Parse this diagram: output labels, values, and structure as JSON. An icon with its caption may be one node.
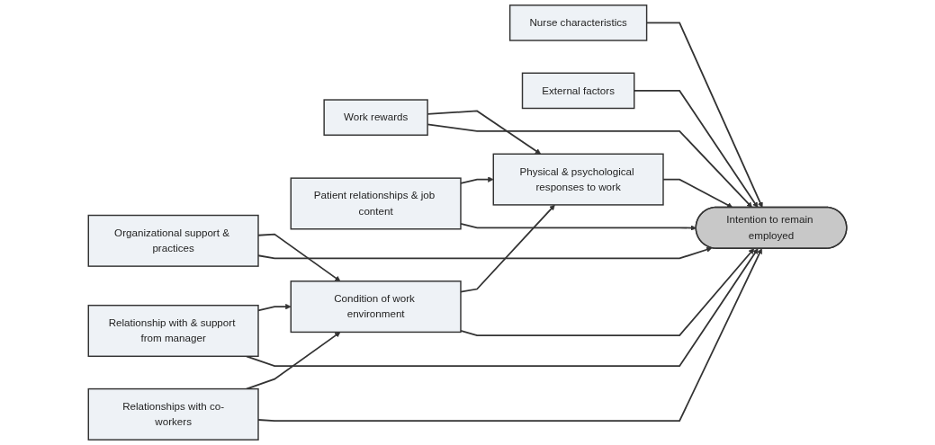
{
  "diagram": {
    "nodes": [
      {
        "text": [
          "Nurse characteristics"
        ]
      },
      {
        "text": [
          "External factors"
        ]
      },
      {
        "text": [
          "Relationships with co-workers"
        ]
      },
      {
        "text": [
          "Physical & psychological responses to work"
        ]
      },
      {
        "text": [
          "Intention to remain employed"
        ]
      },
      {
        "text": [
          "Relationship with & support from manager"
        ]
      },
      {
        "text": [
          "Work rewards"
        ]
      },
      {
        "text": [
          "Organizational support & practices"
        ]
      },
      {
        "text": [
          "Patient relationships & job content"
        ]
      },
      {
        "text": [
          "Condition of work environment"
        ]
      }
    ],
    "edges": [
      {
        "from": 0,
        "to": 4,
        "arrow": "to"
      },
      {
        "from": 1,
        "to": 4,
        "arrow": "to"
      },
      {
        "from": 2,
        "to": 4,
        "arrow": "to"
      },
      {
        "from": 3,
        "to": 4,
        "arrow": "to"
      },
      {
        "from": 5,
        "to": 4,
        "arrow": "to"
      },
      {
        "from": 6,
        "to": 4,
        "arrow": "to"
      },
      {
        "from": 7,
        "to": 4,
        "arrow": "to"
      },
      {
        "from": 8,
        "to": 4,
        "arrow": "to"
      },
      {
        "from": 9,
        "to": 4,
        "arrow": "to"
      },
      {
        "from": 2,
        "to": 9,
        "arrow": "to"
      },
      {
        "from": 5,
        "to": 9,
        "arrow": "to"
      },
      {
        "from": 7,
        "to": 9,
        "arrow": "to"
      },
      {
        "from": 9,
        "to": 3,
        "arrow": "to"
      },
      {
        "from": 8,
        "to": 3,
        "arrow": "to"
      },
      {
        "from": 6,
        "to": 3,
        "arrow": "to"
      }
    ]
  }
}
